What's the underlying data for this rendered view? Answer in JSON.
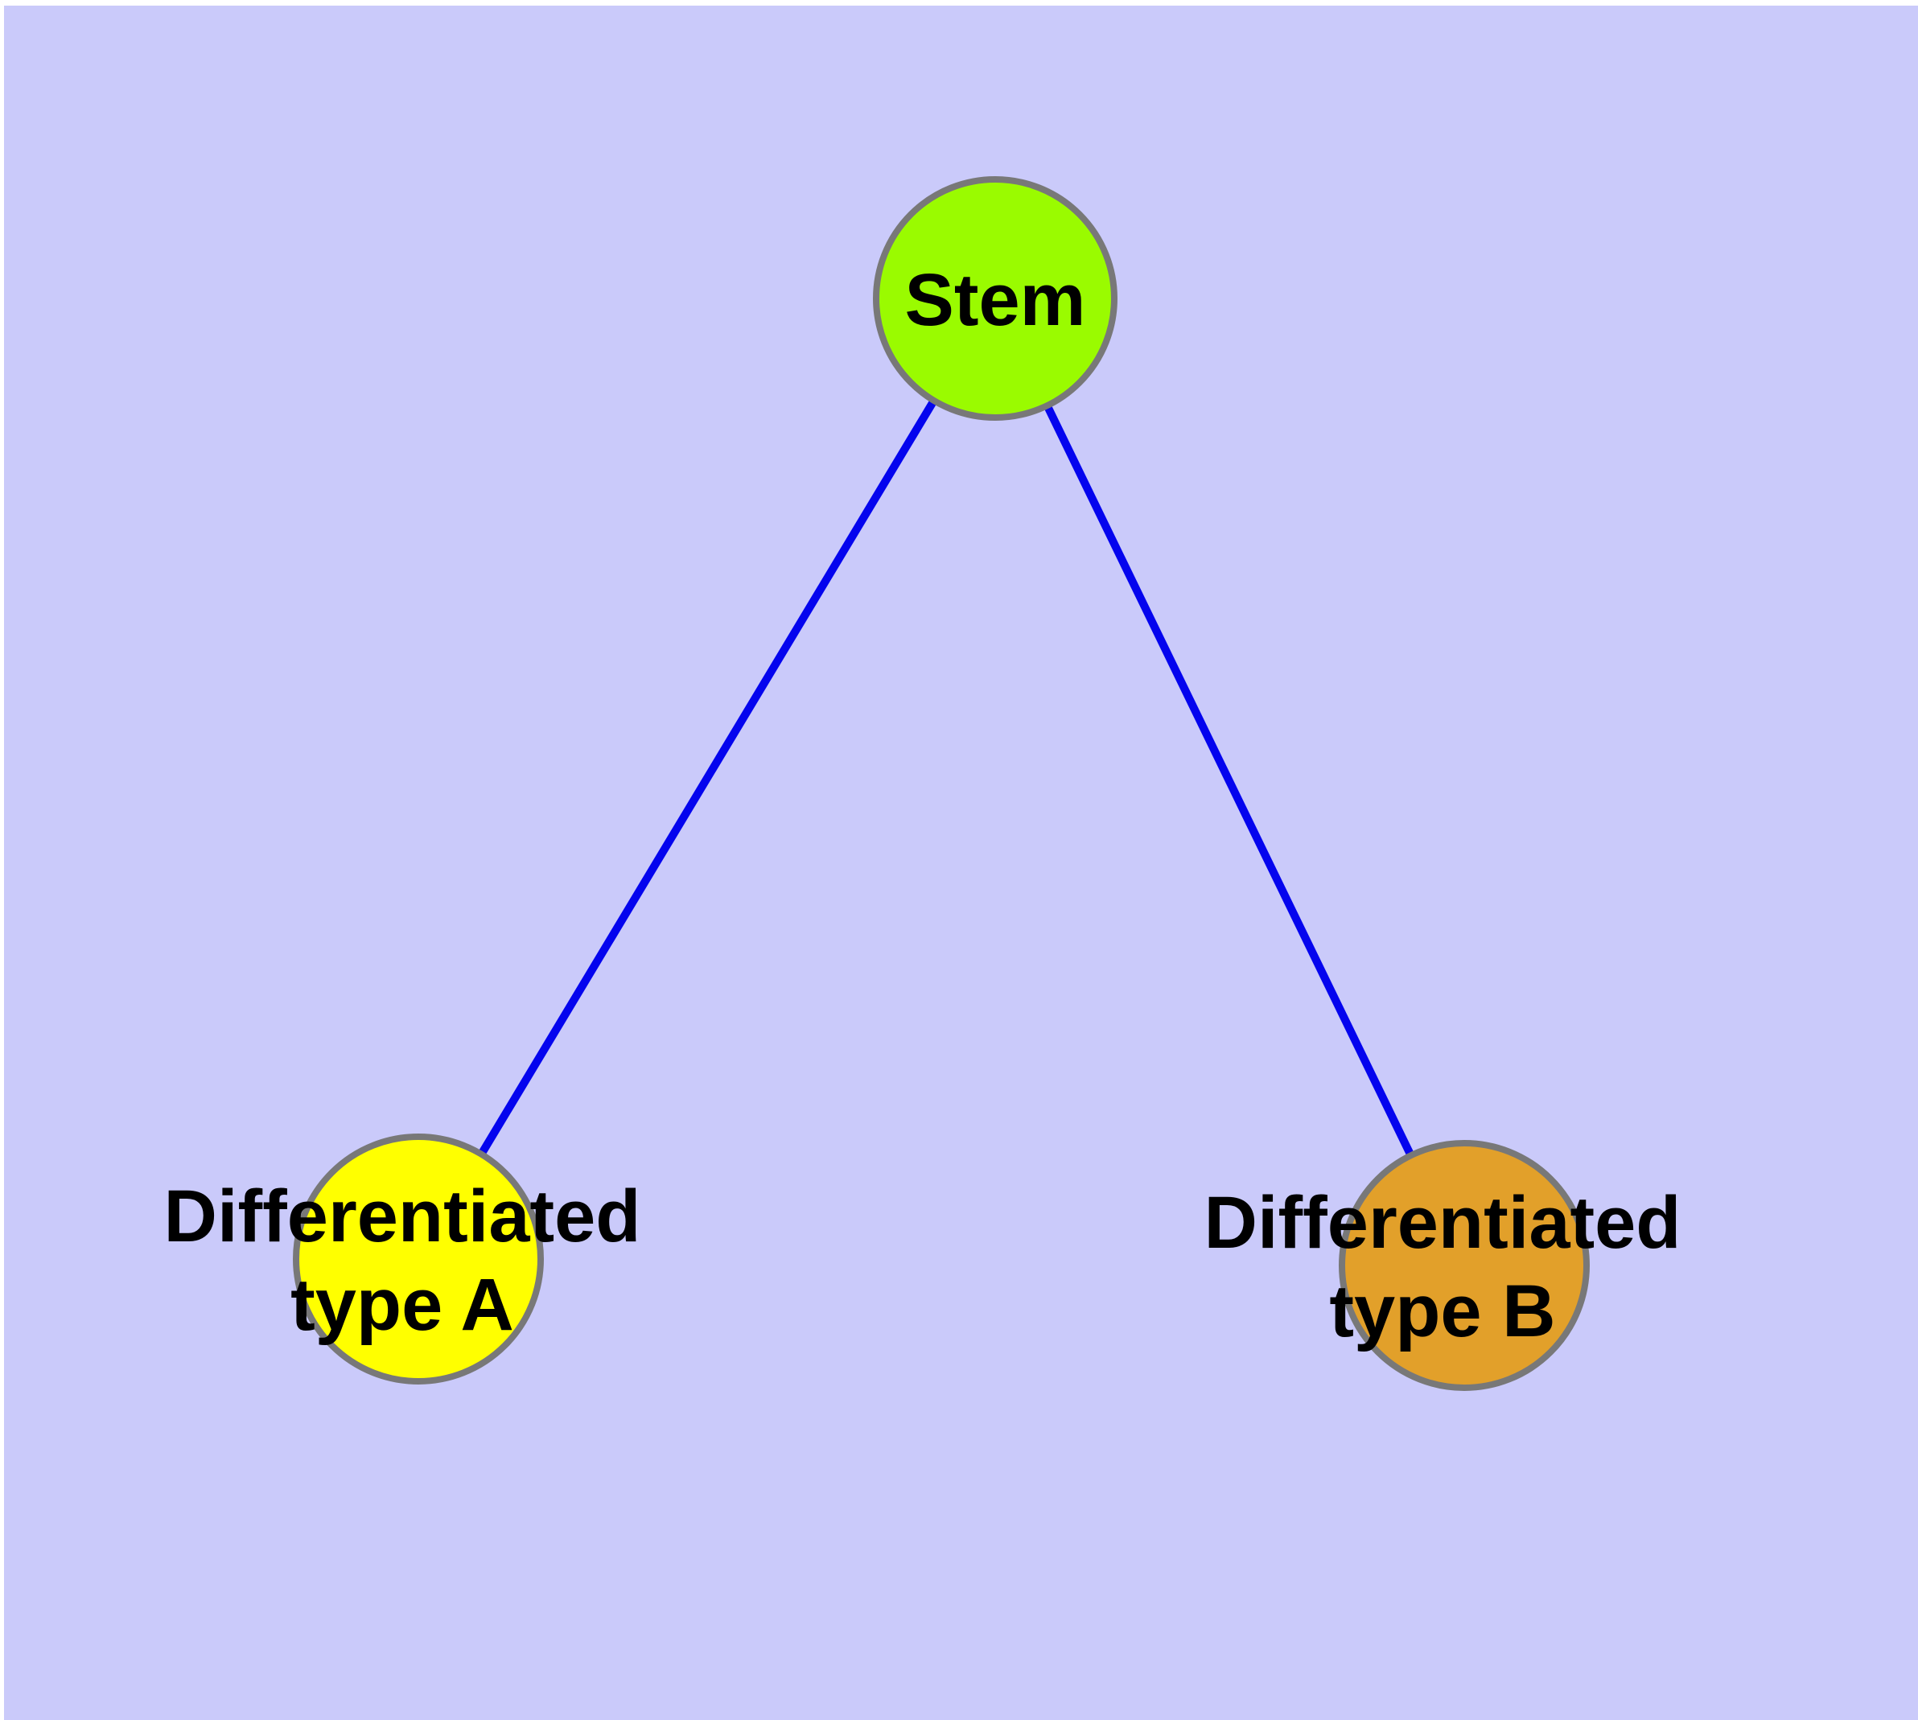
{
  "diagram": {
    "description": "Cell differentiation graph: a Stem node branches into two differentiated cell type nodes",
    "colors": {
      "page_background": "#ffffff",
      "canvas_background": "#cacafa",
      "edge_color": "#0404ee",
      "node_border_color": "#787878",
      "label_color": "#000000"
    },
    "nodes": {
      "stem": {
        "label": "Stem",
        "fill": "#9afb00"
      },
      "type_a": {
        "label_line1": "Differentiated",
        "label_line2": "type A",
        "fill": "#ffff00"
      },
      "type_b": {
        "label_line1": "Differentiated",
        "label_line2": "type B",
        "fill": "#e2a02a"
      }
    },
    "edges": [
      {
        "from": "Stem",
        "to": "Differentiated type A"
      },
      {
        "from": "Stem",
        "to": "Differentiated type B"
      }
    ]
  }
}
